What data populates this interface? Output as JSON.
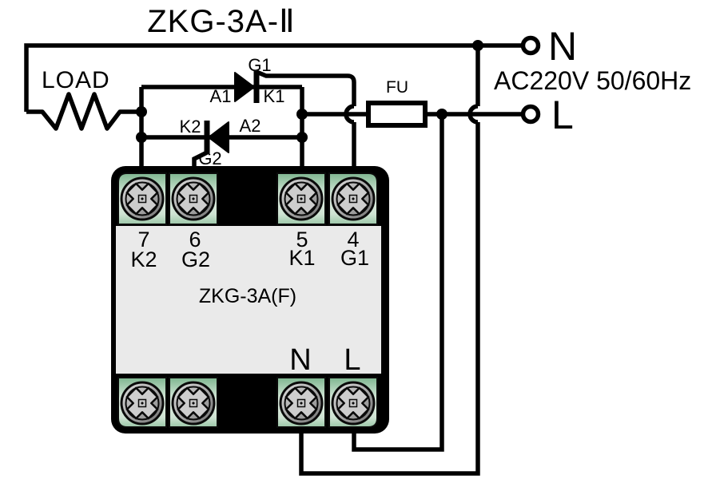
{
  "diagram": {
    "title": "ZKG-3A-Ⅱ",
    "load_label": "LOAD",
    "fuse_label": "FU",
    "supply": {
      "neutral": "N",
      "line": "L",
      "rating": "AC220V 50/60Hz"
    },
    "scr1": {
      "anode": "A1",
      "cathode": "K1",
      "gate": "G1"
    },
    "scr2": {
      "anode": "A2",
      "cathode": "K2",
      "gate": "G2"
    },
    "device": {
      "model": "ZKG-3A(F)",
      "top_terminals": [
        {
          "number": "7",
          "label": "K2"
        },
        {
          "number": "6",
          "label": "G2"
        },
        {
          "number": "5",
          "label": "K1"
        },
        {
          "number": "4",
          "label": "G1"
        }
      ],
      "bottom_terminals": [
        {
          "label": "N"
        },
        {
          "label": "L"
        }
      ]
    },
    "colors": {
      "wire": "#000000",
      "device_frame": "#000000",
      "device_body": "#eaeaea",
      "terminal_green_dark": "#7fb690",
      "terminal_green_light": "#dcebdf",
      "screw_light": "#d9d9d9",
      "screw_dark": "#777777"
    }
  }
}
